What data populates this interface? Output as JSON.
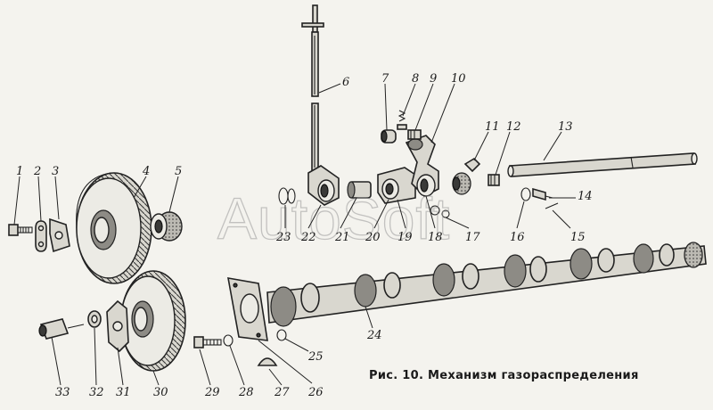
{
  "caption": "Рис. 10. Механизм газораспределения",
  "watermark": "AutoSoft",
  "callouts": [
    "1",
    "2",
    "3",
    "4",
    "5",
    "6",
    "7",
    "8",
    "9",
    "10",
    "11",
    "12",
    "13",
    "14",
    "15",
    "16",
    "17",
    "18",
    "19",
    "20",
    "21",
    "22",
    "23",
    "24",
    "25",
    "26",
    "27",
    "28",
    "29",
    "30",
    "31",
    "32",
    "33"
  ]
}
